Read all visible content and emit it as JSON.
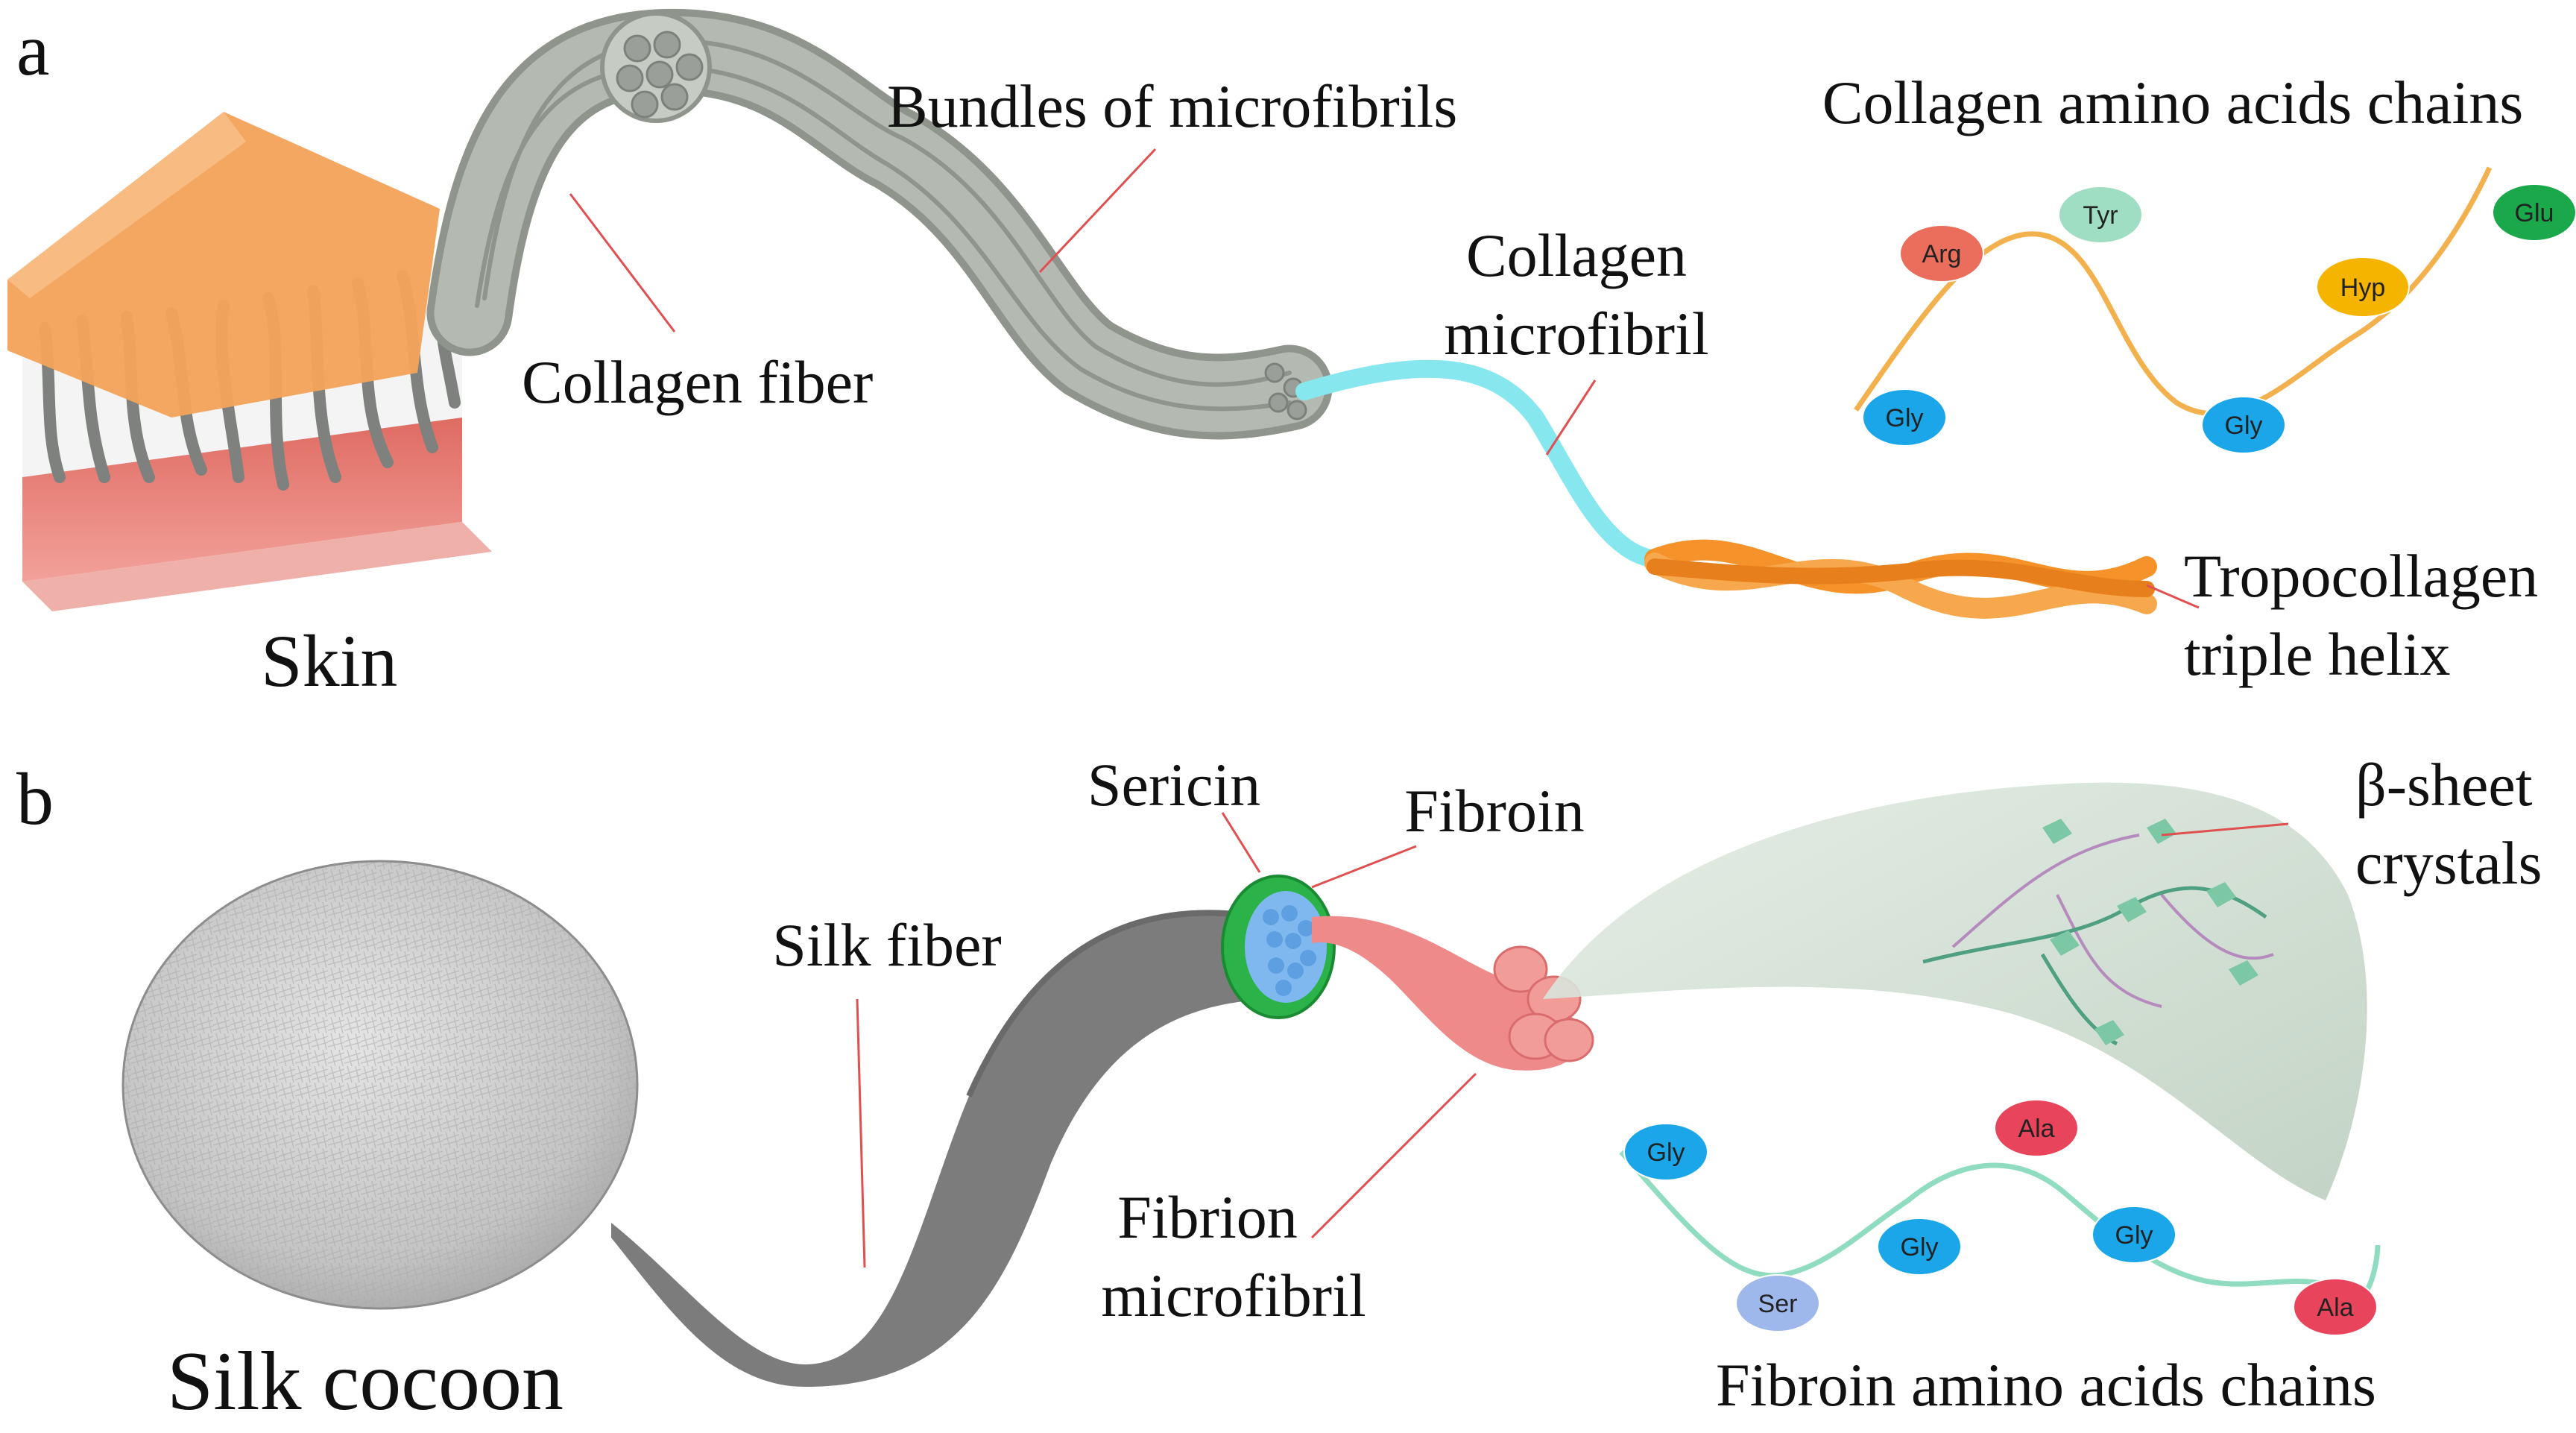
{
  "panel_a": {
    "letter": "a",
    "skin_label": "Skin",
    "collagen_fiber_label": "Collagen fiber",
    "bundles_label": "Bundles of microfibrils",
    "microfibril_label_line1": "Collagen",
    "microfibril_label_line2": "microfibril",
    "tropocollagen_line1": "Tropocollagen",
    "tropocollagen_line2": "triple helix",
    "chain_title": "Collagen amino acids chains",
    "residues": [
      {
        "label": "Gly",
        "color": "#1aa6e8"
      },
      {
        "label": "Arg",
        "color": "#ea6e5b"
      },
      {
        "label": "Tyr",
        "color": "#9fdec2"
      },
      {
        "label": "Gly",
        "color": "#1aa6e8"
      },
      {
        "label": "Hyp",
        "color": "#f5b400"
      },
      {
        "label": "Glu",
        "color": "#1aa84b"
      }
    ]
  },
  "panel_b": {
    "letter": "b",
    "cocoon_label": "Silk cocoon",
    "silk_fiber_label": "Silk fiber",
    "sericin_label": "Sericin",
    "fibroin_label": "Fibroin",
    "fibrion_line1": "Fibrion",
    "fibrion_line2": "microfibril",
    "beta_line1": "β-sheet",
    "beta_line2": "crystals",
    "chain_title": "Fibroin amino acids chains",
    "residues": [
      {
        "label": "Gly",
        "color": "#1aa6e8"
      },
      {
        "label": "Ser",
        "color": "#9fb8ec"
      },
      {
        "label": "Gly",
        "color": "#1aa6e8"
      },
      {
        "label": "Ala",
        "color": "#e8455c"
      },
      {
        "label": "Gly",
        "color": "#1aa6e8"
      },
      {
        "label": "Ala",
        "color": "#e8455c"
      }
    ]
  },
  "colors": {
    "skin_top": "#f4a35b",
    "skin_tissue": "#e8837a",
    "fiber_gray": "#a8aea6",
    "microfibril_cyan": "#7fe8ec",
    "tropocollagen_orange": "#f5922a",
    "collagen_chain": "#f3b14e",
    "fibroin_chain": "#8fdcc0",
    "sericin_green": "#2bb34a",
    "fibroin_blue": "#7fb8ef",
    "fibrion_pink": "#ee8a8a",
    "sheet_gray": "#c9d8cc",
    "leader_red": "#e05050"
  }
}
